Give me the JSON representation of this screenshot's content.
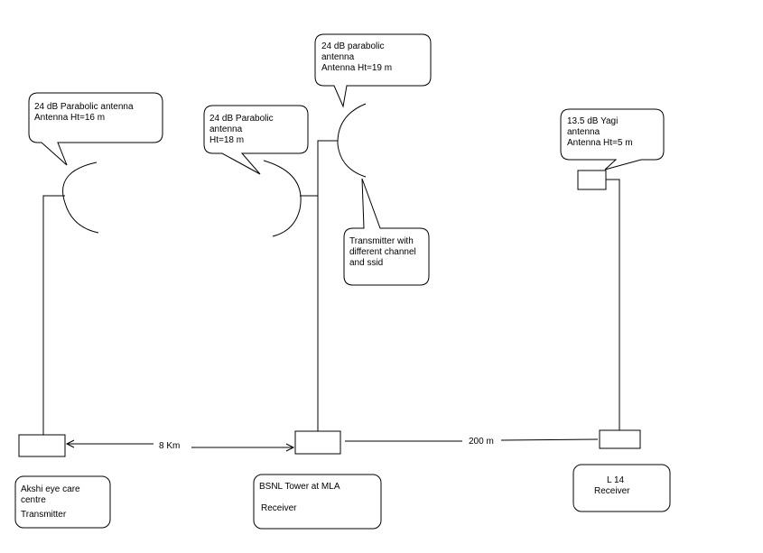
{
  "colors": {
    "line": "#000000",
    "background": "#ffffff"
  },
  "callouts": {
    "left_antenna": {
      "lines": [
        "24 dB Parabolic antenna",
        "Antenna Ht=16 m"
      ]
    },
    "mid_rx_antenna": {
      "lines": [
        "24 dB Parabolic",
        "antenna",
        "Ht=18 m"
      ]
    },
    "mid_tx_antenna": {
      "lines": [
        "24 dB parabolic",
        "antenna",
        "Antenna Ht=19 m"
      ]
    },
    "yagi_antenna": {
      "lines": [
        "13.5 dB Yagi",
        "antenna",
        "Antenna Ht=5 m"
      ]
    },
    "transmitter_note": {
      "lines": [
        "Transmitter with",
        "different channel",
        "and ssid"
      ]
    }
  },
  "sites": {
    "akshi": {
      "lines": [
        "Akshi eye care",
        "centre",
        "Transmitter"
      ]
    },
    "bsnl": {
      "lines": [
        "BSNL Tower at MLA",
        "",
        "Receiver"
      ]
    },
    "l14": {
      "lines": [
        "L 14",
        "Receiver"
      ]
    }
  },
  "links": {
    "akshi_to_bsnl": "8 Km",
    "bsnl_to_l14": "200 m"
  }
}
